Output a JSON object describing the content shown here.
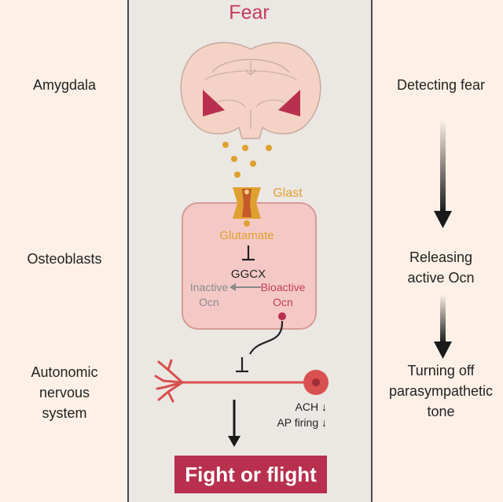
{
  "title": "Fear",
  "left_labels": {
    "amygdala": "Amygdala",
    "osteoblasts": "Osteoblasts",
    "ans_line1": "Autonomic",
    "ans_line2": "nervous",
    "ans_line3": "system"
  },
  "right_labels": {
    "detecting": "Detecting fear",
    "releasing_line1": "Releasing",
    "releasing_line2": "active Ocn",
    "turning_line1": "Turning off",
    "turning_line2": "parasympathetic",
    "turning_line3": "tone"
  },
  "cell": {
    "glast": "Glast",
    "glutamate": "Glutamate",
    "ggcx": "GGCX",
    "inactive_line1": "Inactive",
    "inactive_line2": "Ocn",
    "bioactive_line1": "Bioactive",
    "bioactive_line2": "Ocn"
  },
  "nerve": {
    "ach": "ACH ↓",
    "ap": "AP firing ↓"
  },
  "result": "Fight or flight",
  "colors": {
    "panel_bg": "#ebe7e3",
    "page_bg": "#fdf1e7",
    "fear_red": "#c43c5b",
    "glutamate_gold": "#e0a030",
    "cell_fill": "#f4c9c5",
    "neuron_red": "#d8504f",
    "result_bg": "#b8304e"
  }
}
